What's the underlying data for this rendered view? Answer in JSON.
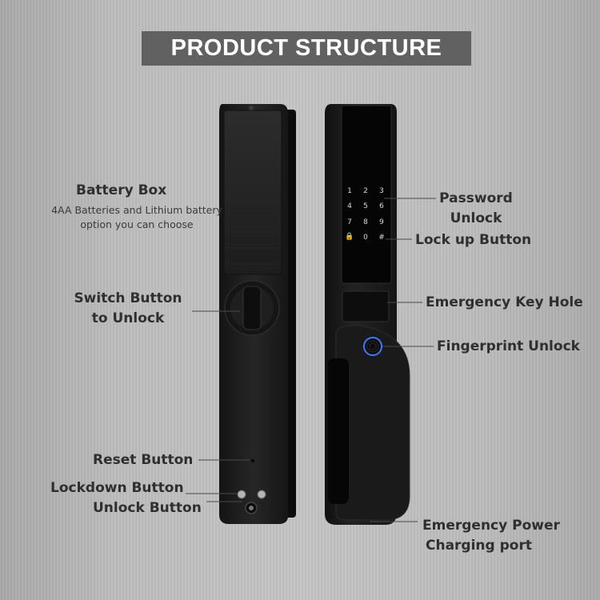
{
  "banner": {
    "title": "PRODUCT STRUCTURE"
  },
  "labels": {
    "battery_box": "Battery Box",
    "battery_desc_line1": "4AA Batteries and  Lithium battery",
    "battery_desc_line2": "option you can choose",
    "switch_line1": "Switch Button",
    "switch_line2": "to Unlock",
    "reset": "Reset Button",
    "lockdown": "Lockdown Button",
    "unlock": "Unlock Button",
    "password_line1": "Password",
    "password_line2": "Unlock",
    "lockup": "Lock up Button",
    "emergency_key": "Emergency Key Hole",
    "fingerprint": "Fingerprint Unlock",
    "power_line1": "Emergency Power",
    "power_line2": "Charging port"
  },
  "keypad": {
    "row1": [
      "1",
      "2",
      "3"
    ],
    "row2": [
      "4",
      "5",
      "6"
    ],
    "row3": [
      "7",
      "8",
      "9"
    ],
    "row4": [
      "0",
      "#"
    ]
  },
  "icons": {
    "lock": "padlock-icon",
    "fingerprint": "fingerprint-icon"
  },
  "colors": {
    "banner_bg": "#616161",
    "lock_body": "#1c1c1c",
    "label_text": "#2f2f2f",
    "fingerprint_ring": "#3d7cff"
  }
}
